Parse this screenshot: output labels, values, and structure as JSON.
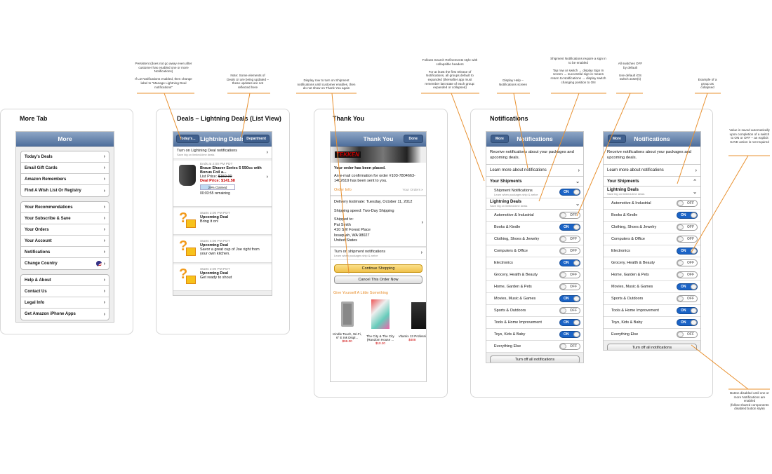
{
  "colors": {
    "accent": "#e8902f",
    "switch_on": "#1a63c6",
    "nav": "#5a7aa6",
    "deal_price": "#cc0000"
  },
  "annotations": [
    "Persistent (does not go away even after customer has enabled one or more Notifications)\n\nIf LD Notifications enabled, then change label to \"Manage Lightning Deal notifications\"",
    "Note: Some elements of Deals UI are being updated – these updates are not reflected here",
    "Display row to turn on Shipment notifications until customer enables, then do not show on Thank You again",
    "Follows Search Refinements style with collapsible headers\n\nFor at least the first release of Notifications, all groups default to expanded (thereafter app must remember last state of each group: expanded or collapsed)",
    "Display Help – Notifications screen",
    "Shipment Notifications require a sign in to be enabled\n\nTap row or switch → display Sign In screen → successful sign in means return to Notifications → display switch changing position to ON",
    "All switches OFF by default\n\nUse default iOS switch asset(s)",
    "Example of a group as collapsed",
    "Value is saved automatically upon completion of a switch to ON or OFF – an explicit SAVE action is not required",
    "Button disabled until one or more Notifications are enabled\n(follow shared components disabled button style)"
  ],
  "more": {
    "card_title": "More Tab",
    "nav_title": "More",
    "groups": [
      [
        "Today's Deals",
        "Email Gift Cards",
        "Amazon Remembers",
        "Find A Wish List Or Registry"
      ],
      [
        "Your Recommendations",
        "Your Subscribe & Save",
        "Your Orders",
        "Your Account",
        "Notifications",
        "Change Country"
      ],
      [
        "Help & About",
        "Contact Us",
        "Legal Info",
        "Get Amazon iPhone Apps"
      ]
    ]
  },
  "deals": {
    "card_title": "Deals – Lightning Deals (List View)",
    "nav_title": "Lightning Deals",
    "back": "Today's...",
    "right": "Department",
    "notif_row": {
      "title": "Turn on Lightning Deal notifications",
      "sub": "Save big on limited-time deals"
    },
    "deal": {
      "ends": "Ends at 2:00 PM PDT",
      "name": "Braun Shaver Series 5 550cc with Bonus Foil a...",
      "list_label": "List Price:",
      "list_price": "$159.00",
      "deal_label": "Deal Price:",
      "deal_price": "$141.58",
      "claimed": "29% Claimed",
      "claimed_pct": 29,
      "timer": "00:03:55",
      "remaining": "remaining"
    },
    "upcoming": [
      {
        "starts": "Starts 2:00 PM PDT",
        "title": "Upcoming Deal",
        "desc": "Bring it on!"
      },
      {
        "starts": "Starts 4:00 PM PDT",
        "title": "Upcoming Deal",
        "desc": "Savor a great cup of Joe right from your own kitchen."
      },
      {
        "starts": "Starts 2:00 PM PDT",
        "title": "Upcoming Deal",
        "desc": "Get ready to shout"
      }
    ]
  },
  "thanks": {
    "card_title": "Thank You",
    "nav_title": "Thank You",
    "done": "Done",
    "banner": "TEKKEN",
    "placed": "Your order has been placed.",
    "confirm": "An e-mail confirmation for order #103-7804663-1402619 has been sent to you.",
    "order_info": "Order Info",
    "your_orders": "Your Orders",
    "delivery": "Delivery Estimate: Tuesday, October 11, 2012",
    "speed": "Shipping speed: Two-Day Shipping",
    "shipped_to": "Shipped to:",
    "address": [
      "Pat Smith",
      "410 SW Forest Place",
      "Issaquah, WA 98027",
      "United States"
    ],
    "ship_notif": {
      "title": "Turn on shipment notifications",
      "sub": "Learn when packages ship & arrive"
    },
    "continue": "Continue Shopping",
    "cancel": "Cancel This Order Now",
    "reco_title": "Give Yourself A Little Something",
    "products": [
      {
        "name": "Kindle Touch, Wi-Fi, 6\" E Ink Displ...",
        "price": "$99.00"
      },
      {
        "name": "The City & The City (Random House ...",
        "price": "$10.20"
      },
      {
        "name": "Vitamix 13 Professional",
        "price": "$408"
      }
    ]
  },
  "notif": {
    "card_title": "Notifications",
    "nav_title": "Notifications",
    "back": "More",
    "intro": "Receive notifications about your packages and upcoming deals.",
    "learn": "Learn more about notifications",
    "shipments": "Your Shipments",
    "ship_notif": "Shipment Notifications",
    "ship_sub": "Learn when packages ship & arrive",
    "ld": "Lightning Deals",
    "ld_sub": "Save big on limited-time deals",
    "on": "ON",
    "off": "OFF",
    "turn_off": "Turn off all notifications",
    "categories": [
      "Automotive & Industrial",
      "Books & Kindle",
      "Clothing, Shoes & Jewelry",
      "Computers & Office",
      "Electronics",
      "Grocery, Health & Beauty",
      "Home, Garden & Pets",
      "Movies, Music & Games",
      "Sports & Outdoors",
      "Tools & Home Improvement",
      "Toys, Kids & Baby",
      "Everything Else"
    ],
    "left_states": [
      false,
      true,
      false,
      false,
      true,
      false,
      false,
      true,
      false,
      true,
      true,
      false
    ],
    "right_states": [
      false,
      true,
      false,
      false,
      true,
      false,
      false,
      true,
      false,
      true,
      true,
      false
    ],
    "left_ship_on": true
  }
}
